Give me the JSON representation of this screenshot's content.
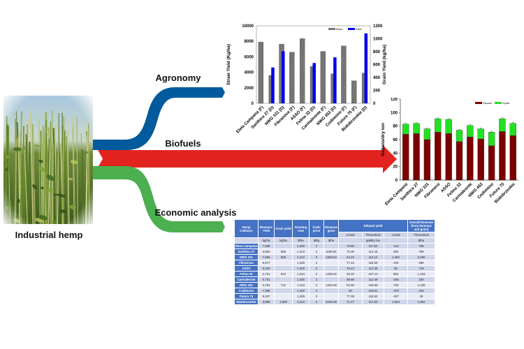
{
  "labels": {
    "agronomy": "Agronomy",
    "biofuels": "Biofuels",
    "economic": "Economic analysis",
    "hemp": "Industrial hemp"
  },
  "colors": {
    "agronomy": "#005a9c",
    "biofuels": "#e32320",
    "economic": "#4caf50",
    "header": "#4472c4"
  },
  "chart_data": [
    {
      "type": "bar",
      "title": "",
      "ylabel": "Straw Yield (Kg/ha)",
      "y2label": "Grain Yield (kg/ha)",
      "ylim": [
        0,
        10000
      ],
      "y2lim": [
        0,
        1200
      ],
      "yticks": [
        "0",
        "2000",
        "4000",
        "6000",
        "8000",
        "10000"
      ],
      "y2ticks": [
        "0",
        "200",
        "400",
        "600",
        "800",
        "1000",
        "1200"
      ],
      "legend_position": "top-right",
      "categories": [
        "Eleta Campana (F)",
        "Santhica 27 (D)",
        "NWG 331 (D)",
        "Fibranova (F)",
        "ASSO (F)",
        "Felina 32 (D)",
        "Carmaleonte (F)",
        "NWG 452 (D)",
        "Codimono (F)",
        "Futura 75 (F)",
        "Bialobrzeskie (D)"
      ],
      "series": [
        {
          "name": "Straw",
          "axis": "left",
          "values": [
            7900,
            3600,
            7650,
            6600,
            8350,
            4750,
            6700,
            3800,
            7400,
            2900,
            3900
          ]
        },
        {
          "name": "Grain",
          "axis": "right",
          "values": [
            null,
            555,
            805,
            null,
            null,
            624,
            null,
            712,
            null,
            null,
            1083
          ]
        }
      ]
    },
    {
      "type": "bar",
      "stacked": true,
      "title": "",
      "ylabel": "Gallons/dry ton",
      "ylim": [
        0,
        120
      ],
      "yticks": [
        "0",
        "20",
        "40",
        "60",
        "80",
        "100",
        "120"
      ],
      "legend_position": "top-right",
      "categories": [
        "Eleta Campana",
        "Santhica 27",
        "NWG 331",
        "Fibranova",
        "ASSO",
        "Felina 32",
        "Carmaleonte",
        "NWG 452",
        "Codimono",
        "Futura 75",
        "Bialobrzeskie"
      ],
      "series": [
        {
          "name": "Glucose",
          "values": [
            68,
            69,
            60,
            71,
            69,
            57,
            64,
            61,
            51,
            72,
            66
          ]
        },
        {
          "name": "Xylose",
          "values": [
            15,
            15,
            16,
            20,
            21,
            17,
            17,
            15,
            20,
            19,
            18
          ]
        }
      ]
    }
  ],
  "table": {
    "headers": [
      "Hemp Cultivars",
      "Biomass Yield",
      "Grain yield",
      "Growing cost",
      "Grain price",
      "Revenue grain",
      "Ethanol yield",
      "Overall Revenue (from biomass and grain)"
    ],
    "subheaders": [
      "Actual",
      "Theoretical",
      "Actual",
      "Theoretical"
    ],
    "units": [
      "kg/ha",
      "kg/ha",
      "$/ha",
      "$/kg",
      "$/ha",
      "gal/dry ton",
      "$/ha"
    ],
    "rows": [
      [
        "Eleta Campana",
        "7,938",
        "",
        "1,349",
        "2",
        "",
        "70.56",
        "117.52",
        "-114",
        "708"
      ],
      [
        "Santhica 27",
        "3,582",
        "555",
        "1,213",
        "2",
        "1109.64",
        "71.36",
        "114.15",
        "460",
        "798"
      ],
      [
        "NWG 331",
        "7,666",
        "805",
        "1,213",
        "2",
        "1609.54",
        "64.22",
        "112.14",
        "1,482",
        "2,292"
      ],
      [
        "Fibranova",
        "6,577",
        "",
        "1,349",
        "2",
        "",
        "77.13",
        "118.39",
        "-231",
        "368"
      ],
      [
        "ASSO",
        "8,340",
        "",
        "1,349",
        "2",
        "",
        "76.43",
        "112.38",
        "56",
        "718"
      ],
      [
        "Felina 32",
        "4,731",
        "624",
        "1,213",
        "2",
        "1248.62",
        "63.10",
        "107.13",
        "694",
        "1,153"
      ],
      [
        "Carmaleonte",
        "6,731",
        "",
        "1,349",
        "2",
        "",
        "68.95",
        "112.48",
        "-326",
        "320"
      ],
      [
        "NWG 452",
        "3,794",
        "712",
        "1,213",
        "2",
        "1423.48",
        "64.30",
        "109.39",
        "748",
        "1,125"
      ],
      [
        "Codimono",
        "7,399",
        "",
        "1,349",
        "2",
        "",
        "60",
        "108.21",
        "-370",
        "416"
      ],
      [
        "Futura 75",
        "5,347",
        "",
        "1,349",
        "2",
        "",
        "77.39",
        "118.62",
        "-437",
        "49"
      ],
      [
        "Bialobrzeskie",
        "3,895",
        "1,083",
        "1,213",
        "2",
        "2165.48",
        "71.27",
        "117.53",
        "1,564",
        "1,962"
      ]
    ]
  }
}
